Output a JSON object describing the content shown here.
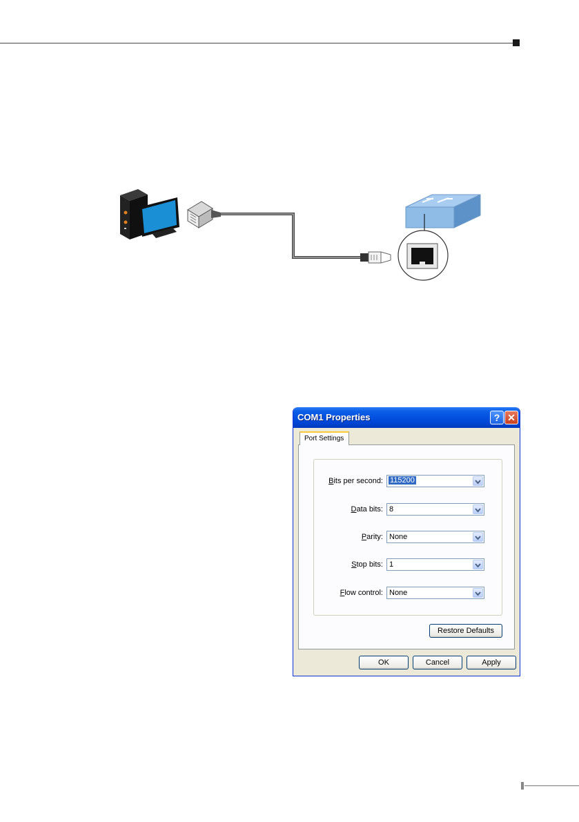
{
  "dialog": {
    "title": "COM1 Properties",
    "help_glyph": "?",
    "close_glyph": "✕",
    "tab_label": "Port Settings",
    "fields": [
      {
        "label": "Bits per second:",
        "value": "115200"
      },
      {
        "label": "Data bits:",
        "value": "8"
      },
      {
        "label": "Parity:",
        "value": "None"
      },
      {
        "label": "Stop bits:",
        "value": "1"
      },
      {
        "label": "Flow control:",
        "value": "None"
      }
    ],
    "restore_label": "Restore Defaults",
    "ok_label": "OK",
    "cancel_label": "Cancel",
    "apply_label": "Apply"
  },
  "colors": {
    "titlebar_blue": "#0054e3",
    "selection_blue": "#316ac5",
    "close_red": "#e0542d",
    "monitor_screen": "#1a8fd6",
    "switch_blue": "#8fbce6"
  },
  "icons": [
    "pc-tower-icon",
    "monitor-icon",
    "rj45-connector-icon",
    "console-cable-icon",
    "switch-icon",
    "console-port-icon"
  ]
}
